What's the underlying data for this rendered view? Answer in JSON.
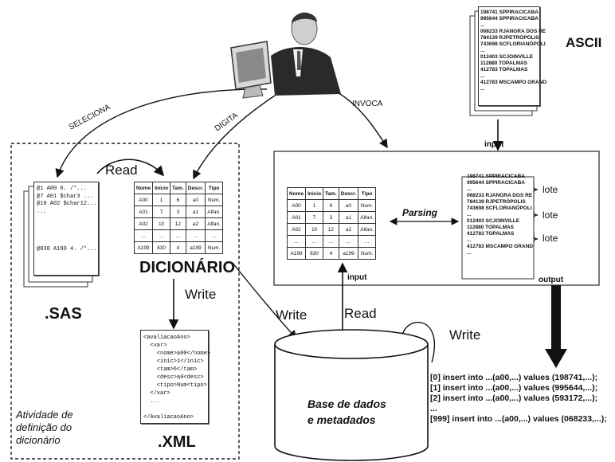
{
  "actions": {
    "seleciona": "SELECIONA",
    "digita": "DIGITA",
    "invoca": "INVOCA"
  },
  "ascii": {
    "label": "ASCII",
    "lines": [
      "198741 SPPIRACICABA",
      "995644 SPPIRACICABA",
      "...",
      "068233 RJANGRA DOS RE",
      "784139 RJPETRÓPOLIS",
      "743698 SCFLORIANÓPOLI",
      "...",
      "012403 SCJOINVILLE",
      "112880 TOPALMAS",
      "412783 TOPALMAS",
      "...",
      "412783 MSCAMPO GRAND",
      "..."
    ]
  },
  "sas": {
    "label": ".SAS",
    "lines": [
      "@1 A00 6. /*...",
      "@7 A01 $char3 ...",
      "@10 A02 $char12...",
      "...",
      "",
      "",
      "",
      "",
      "@830 A199 4. /*..."
    ]
  },
  "read_left": "Read",
  "dictionary": {
    "label": "DICIONÁRIO",
    "headers": [
      "Nome",
      "Início",
      "Tam.",
      "Descr.",
      "Tipo"
    ],
    "rows": [
      [
        "A00",
        "1",
        "6",
        "a0",
        "Num."
      ],
      [
        "A01",
        "7",
        "3",
        "a1",
        "Alfan."
      ],
      [
        "A02",
        "10",
        "12",
        "a2",
        "Alfan."
      ],
      [
        "...",
        "...",
        "...",
        "...",
        "..."
      ],
      [
        "A199",
        "830",
        "4",
        "a199",
        "Num."
      ]
    ]
  },
  "write_xml": "Write",
  "xml": {
    "label": ".XML",
    "lines": [
      "<avaliacaoAno>",
      "  <var>",
      "    <nome>a00</nome>",
      "    <inic>1</inic>",
      "    <tam>6</tam>",
      "    <desc>a0<desc>",
      "    <tipo>Num<tipo>",
      "  </var>",
      "  ...",
      "",
      "</AvaliacaoAno>"
    ]
  },
  "activity": {
    "line1": "Atividade de",
    "line2": "definição do",
    "line3": "dicionário"
  },
  "parser": {
    "input_top": "input",
    "input_bottom": "input",
    "output": "output",
    "parsing": "Parsing",
    "lote": "lote"
  },
  "database": {
    "line1": "Base de dados",
    "line2": "e metadados",
    "write_left": "Write",
    "read": "Read",
    "write_right": "Write"
  },
  "sql": {
    "lines": [
      "[0] insert into ...(a00,...) values (198741,...);",
      "[1] insert into ...(a00,...) values (995644,...);",
      "[2] insert into ...(a00,...) values (593172,...);",
      "...",
      "[999] insert into ...(a00,...) values (068233,...);"
    ]
  },
  "colors": {
    "frame": "#222222",
    "page_shadow": "#888888",
    "arrow": "#111111"
  }
}
